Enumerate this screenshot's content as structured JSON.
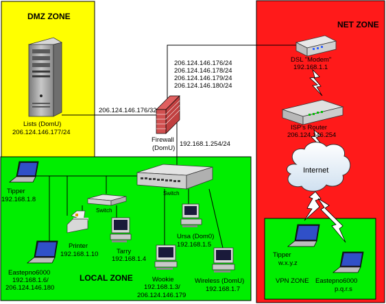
{
  "zones": {
    "dmz": {
      "title": "DMZ ZONE",
      "color": "#ffff00"
    },
    "net": {
      "title": "NET ZONE",
      "color": "#ff1a1a"
    },
    "local": {
      "title": "LOCAL ZONE",
      "color": "#00ee00"
    },
    "vpn": {
      "title": "VPN ZONE",
      "color": "#00ee00"
    }
  },
  "dmz_server": {
    "label": "Lists (DomU)",
    "ip": "206.124.146.177/24"
  },
  "dmz_link_ip": "206.124.146.176/32",
  "firewall": {
    "label": "Firewall",
    "label2": "(DomU)",
    "external_ips": [
      "206.124.146.176/24",
      "206.124.146.178/24",
      "206.124.146.179/24",
      "206.124.146.180/24"
    ],
    "internal_ip": "192.168.1.254/24"
  },
  "modem": {
    "label": "DSL \"Modem\"",
    "ip": "192.168.1.1"
  },
  "router": {
    "label": "ISP's Router",
    "ip": "206.124.146.254"
  },
  "internet": {
    "label": "Internet"
  },
  "switch_main": {
    "label": "Switch"
  },
  "switch_small": {
    "label": "Switch"
  },
  "local_hosts": [
    {
      "name": "Tipper",
      "ip": "192.168.1.8"
    },
    {
      "name": "Printer",
      "ip": "192.168.1.10"
    },
    {
      "name": "Tarry",
      "ip": "192.168.1.4"
    },
    {
      "name": "Ursa (Dom0)",
      "ip": "192.168.1.5"
    },
    {
      "name": "Eastepno6000",
      "ip": "192.168.1.6/",
      "ip2": "206.124.146.180"
    },
    {
      "name": "Wookie",
      "ip": "192.168.1.3/",
      "ip2": "206.124.146.179"
    },
    {
      "name": "Wireless (DomU)",
      "ip": "192.168.1.7"
    }
  ],
  "vpn_hosts": [
    {
      "name": "Tipper",
      "ip": "w.x.y.z"
    },
    {
      "name": "Eastepno6000",
      "ip": "p.q.r.s"
    }
  ]
}
